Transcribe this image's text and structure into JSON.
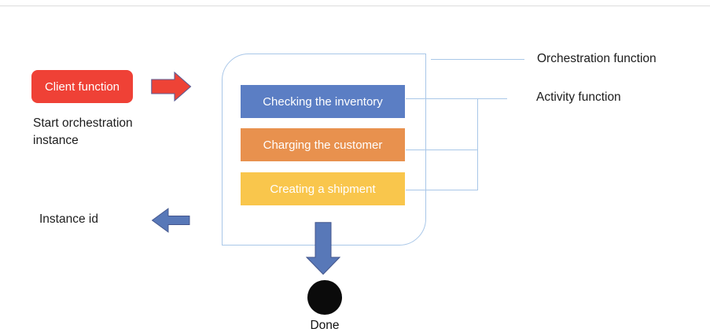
{
  "diagram": {
    "client": {
      "label": "Client function",
      "caption": "Start orchestration instance"
    },
    "orchestrator": {
      "label": "Orchestration function",
      "activity_label": "Activity function",
      "activities": [
        {
          "label": "Checking the inventory",
          "color": "#5B7EC4"
        },
        {
          "label": "Charging the customer",
          "color": "#E8914E"
        },
        {
          "label": "Creating a shipment",
          "color": "#F9C64C"
        }
      ]
    },
    "result": {
      "instance_id_label": "Instance id",
      "done_label": "Done"
    },
    "icons": {
      "right_arrow": "red right-pointing block arrow",
      "left_arrow": "blue left-pointing block arrow",
      "down_arrow": "blue down-pointing block arrow",
      "done_terminal": "filled black circle"
    },
    "colors": {
      "client_box": "#EF4136",
      "right_arrow_fill": "#EE4336",
      "blue_arrow_fill": "#5878B8",
      "connector": "#A9C7E8",
      "done_circle": "#0B0B0B"
    }
  }
}
